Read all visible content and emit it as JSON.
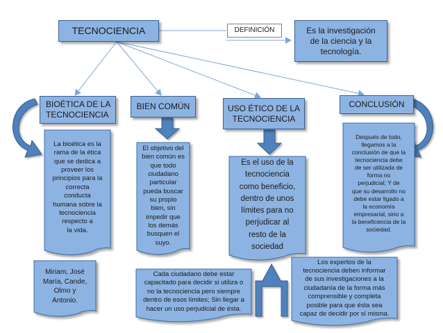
{
  "diagram": {
    "main_title": "TECNOCIENCIA",
    "definition_label": "DEFINICIÓN",
    "definition_text": "Es la investigación\nde la ciencia y la\ntecnología.",
    "branches": [
      {
        "heading": "BIOÉTICA DE LA\nTECNOCIENCIA",
        "body": "La bioética es la\nrama de la ética\nque se dedica a\nproveer los\nprincipios para la\ncorrecta\nconducta\nhumana  sobre la\ntecnociencia\nrespecto a\nla vida."
      },
      {
        "heading": "BIEN COMÚN",
        "body": "El objetivo del\nbien común es\nque todo\nciudadano\nparticular\npueda buscar\nsu propio\nbien, sin\nimpedir que\nlos demás\nbusquen el\nsuyo."
      },
      {
        "heading": "USO ÉTICO DE LA\nTECNOCIENCIA",
        "body": "Es el uso de la\ntecnociencia\ncomo beneficio,\ndentro de unos\nlímites para no\nperjudicar al\nresto de la\nsociedad"
      },
      {
        "heading": "CONCLUSIÓN",
        "body": "Después de  todo,\nllegamos a la\nconclusión de que la\ntecnociencia debe\nde ser utilizada de\nforma no\nperjudicial; Y  de\nque su desarrollo no\ndebe estar ligado a\nla  economía\nempresarial, sino a\nla beneficencia de la\nsociedad."
      }
    ],
    "authors": "Miriam, José\nMaría, Cande,\nOlmo y\nAntonio.",
    "citizen_note": "Cada ciudadano debe estar\ncapacitado para decidir si utiliza o\nno la tecnociencia pero siempre\ndentro de esos límites; Sin llegar a\nhacer un uso perjudicial de ésta.",
    "experts_note": "Los expertos de la\ntecnociencia deben informar\nde sus investigaciones a la\nciudadanía de la forma más\ncomprensible y completa\nposible para que ésta sea\ncapaz de decidir por sí misma."
  },
  "colors": {
    "box_fill": "#8db3e2",
    "box_border": "#376092",
    "arrow_line": "#7ea6d6",
    "arrow_fill": "#4f81bd",
    "arrow_stroke": "#385d8a",
    "definition_border": "#7f7f7f"
  }
}
